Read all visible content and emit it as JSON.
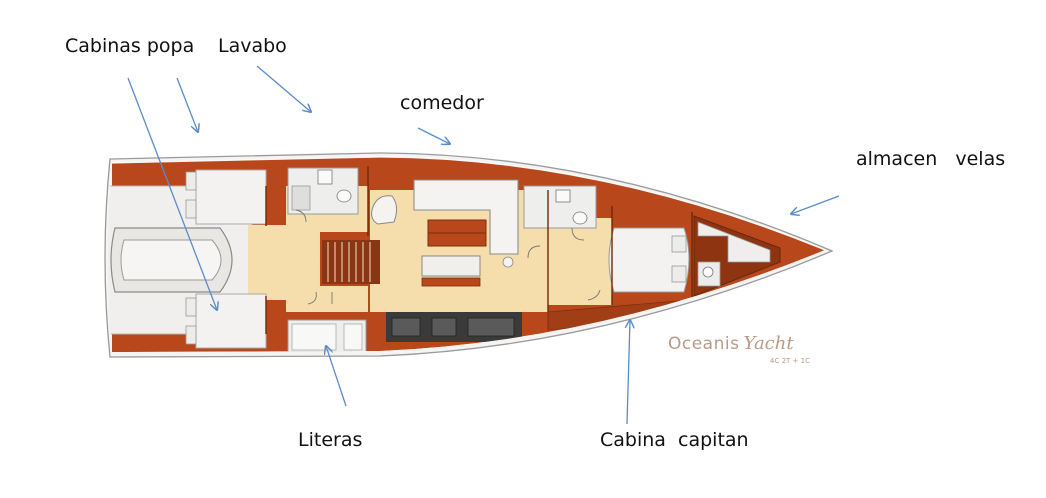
{
  "labels": {
    "aft_cabins": "Cabinas popa",
    "washbasin": "Lavabo",
    "dining": "comedor",
    "sail_locker": "almacen   velas",
    "bunks": "Literas",
    "captain_cabin": "Cabina  capitan"
  },
  "brand": {
    "name": "Oceanis",
    "script": "Yacht",
    "config": "4C 2T + 1C"
  },
  "colors": {
    "wood": "#b8481c",
    "wood_dark": "#8f3410",
    "floor": "#f5deab",
    "hull": "#f3f0ee",
    "arrow": "#5b8cc9"
  }
}
